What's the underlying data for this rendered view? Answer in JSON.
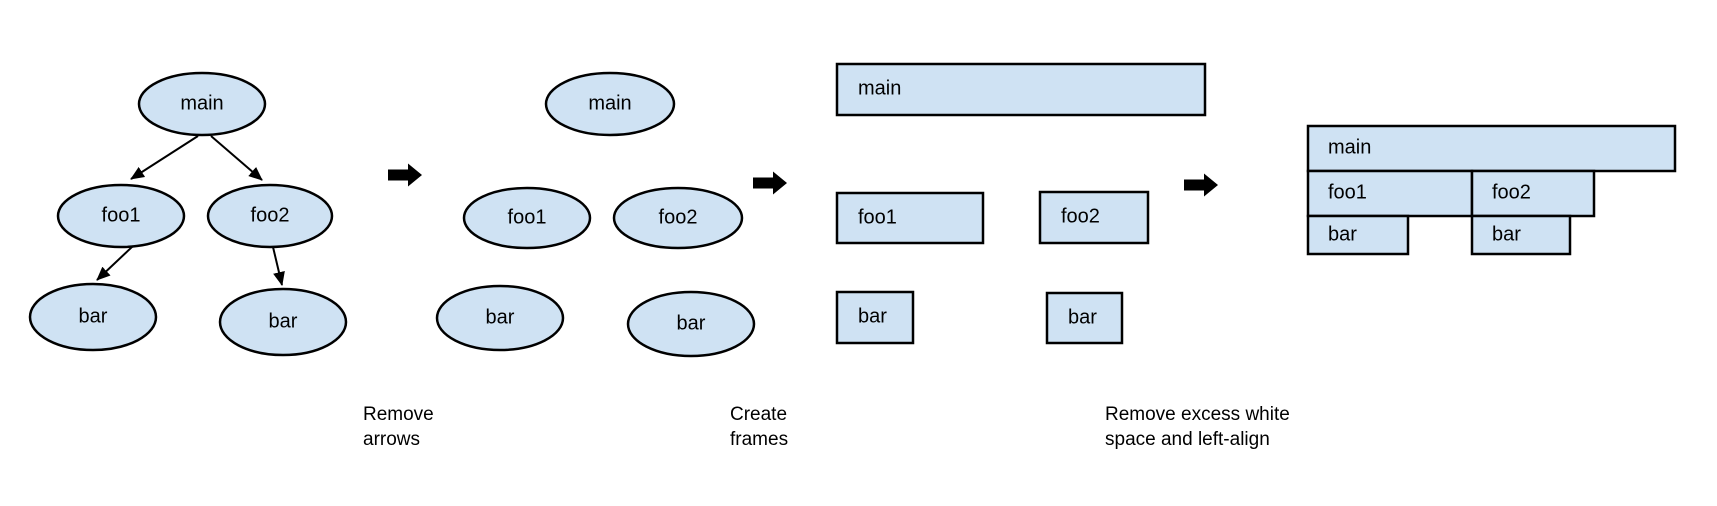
{
  "colors": {
    "node_fill": "#cfe2f3",
    "node_stroke": "#000000",
    "arrow_color": "#000000",
    "text_color": "#000000",
    "background": "#ffffff"
  },
  "stages": [
    {
      "name": "call-tree-with-arrows",
      "shape": "ellipse",
      "nodes": [
        {
          "label": "main"
        },
        {
          "label": "foo1"
        },
        {
          "label": "foo2"
        },
        {
          "label": "bar"
        },
        {
          "label": "bar"
        }
      ],
      "edges": [
        {
          "from": "main",
          "to": "foo1"
        },
        {
          "from": "main",
          "to": "foo2"
        },
        {
          "from": "foo1",
          "to": "bar"
        },
        {
          "from": "foo2",
          "to": "bar"
        }
      ]
    },
    {
      "name": "call-tree-without-arrows",
      "shape": "ellipse",
      "nodes": [
        {
          "label": "main"
        },
        {
          "label": "foo1"
        },
        {
          "label": "foo2"
        },
        {
          "label": "bar"
        },
        {
          "label": "bar"
        }
      ]
    },
    {
      "name": "frames",
      "shape": "rect",
      "nodes": [
        {
          "label": "main"
        },
        {
          "label": "foo1"
        },
        {
          "label": "foo2"
        },
        {
          "label": "bar"
        },
        {
          "label": "bar"
        }
      ]
    },
    {
      "name": "flame-graph",
      "shape": "rect",
      "nodes": [
        {
          "label": "main"
        },
        {
          "label": "foo1"
        },
        {
          "label": "foo2"
        },
        {
          "label": "bar"
        },
        {
          "label": "bar"
        }
      ]
    }
  ],
  "transitions": [
    {
      "label_line1": "Remove",
      "label_line2": "arrows"
    },
    {
      "label_line1": "Create",
      "label_line2": "frames"
    },
    {
      "label_line1": "Remove excess white",
      "label_line2": "space and left-align"
    }
  ]
}
